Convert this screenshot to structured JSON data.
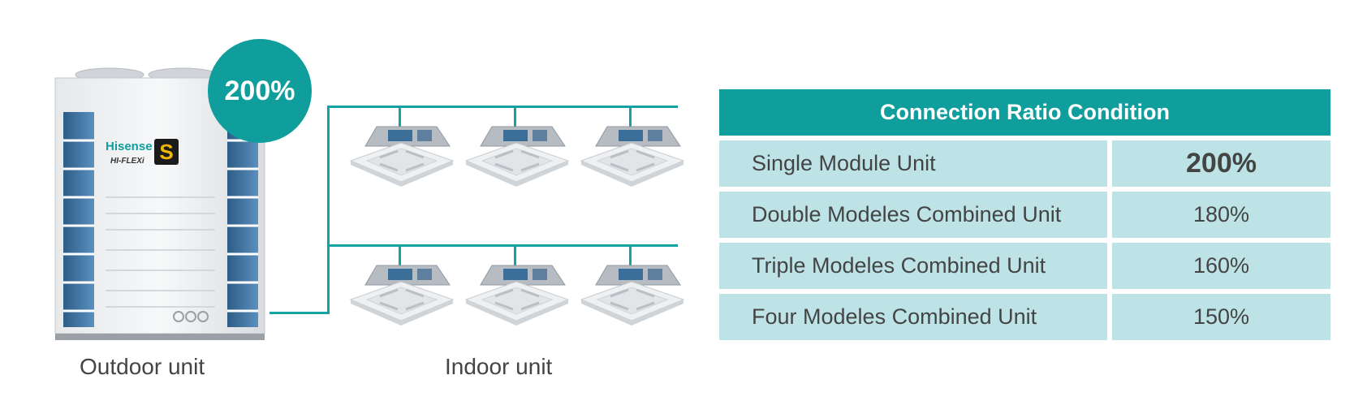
{
  "outdoor": {
    "brand": "Hisense",
    "model": "HI-FLEXi",
    "badge_letter": "S",
    "ratio": "200%",
    "caption": "Outdoor unit"
  },
  "indoor": {
    "caption": "Indoor unit"
  },
  "table": {
    "title": "Connection Ratio Condition",
    "rows": [
      {
        "label": "Single Module Unit",
        "value": "200%"
      },
      {
        "label": "Double Modeles Combined Unit",
        "value": "180%"
      },
      {
        "label": "Triple Modeles Combined Unit",
        "value": "160%"
      },
      {
        "label": "Four Modeles Combined Unit",
        "value": "150%"
      }
    ]
  },
  "colors": {
    "accent": "#0f9e9c",
    "row_fill": "#bde3e6",
    "text": "#444444"
  },
  "icons": [
    "outdoor-unit-icon",
    "cassette-indoor-unit-icon"
  ]
}
